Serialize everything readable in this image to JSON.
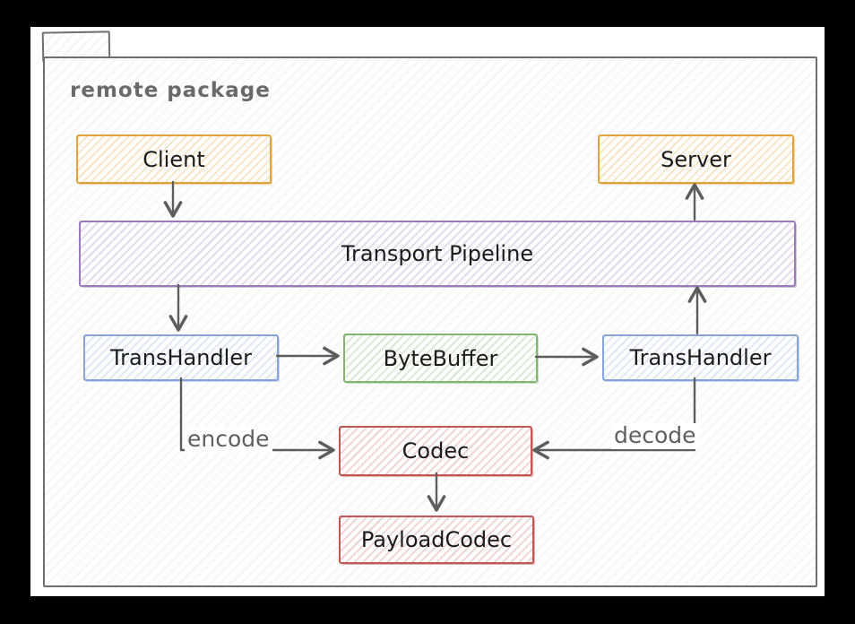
{
  "package": {
    "label": "remote package"
  },
  "nodes": {
    "client": {
      "label": "Client",
      "color": "#e2a23c"
    },
    "server": {
      "label": "Server",
      "color": "#e2a23c"
    },
    "pipeline": {
      "label": "Transport Pipeline",
      "color": "#9c7bb9"
    },
    "transhandler_left": {
      "label": "TransHandler",
      "color": "#84a4da"
    },
    "bytebuffer": {
      "label": "ByteBuffer",
      "color": "#83b76f"
    },
    "transhandler_right": {
      "label": "TransHandler",
      "color": "#84a4da"
    },
    "codec": {
      "label": "Codec",
      "color": "#c25753"
    },
    "payloadcodec": {
      "label": "PayloadCodec",
      "color": "#c25753"
    }
  },
  "edges": {
    "encode_label": "encode",
    "decode_label": "decode"
  },
  "style": {
    "arrow_color": "#5d5d5d",
    "frame_color": "#6f6f6f",
    "text_color": "#1b1b1b",
    "label_color": "#6a6a6a"
  }
}
